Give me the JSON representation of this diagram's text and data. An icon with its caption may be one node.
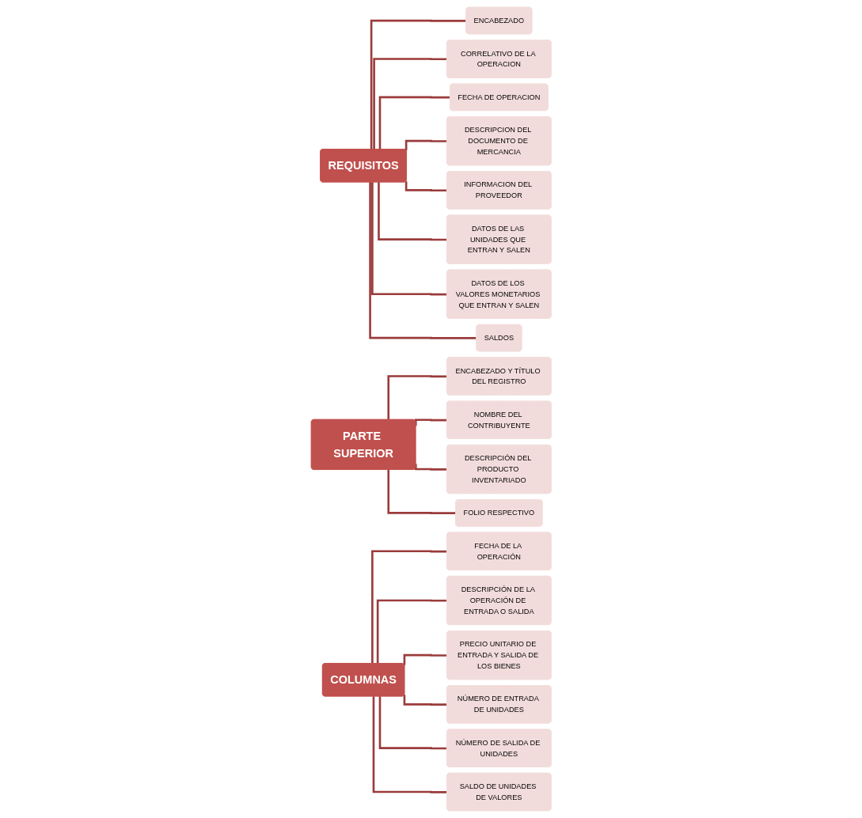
{
  "diagram": {
    "nodes": [
      {
        "text": [
          "REQUISITOS"
        ]
      },
      {
        "text": [
          "ENCABEZADO"
        ]
      },
      {
        "text": [
          "CORRELATIVO DE LA OPERACION"
        ]
      },
      {
        "text": [
          "FECHA DE OPERACION"
        ]
      },
      {
        "text": [
          "DESCRIPCION DEL DOCUMENTO DE MERCANCIA"
        ]
      },
      {
        "text": [
          "INFORMACION DEL PROVEEDOR"
        ]
      },
      {
        "text": [
          "DATOS DE LAS UNIDADES QUE ENTRAN Y SALEN"
        ]
      },
      {
        "text": [
          "DATOS DE LOS VALORES MONETARIOS QUE ENTRAN Y SALEN"
        ]
      },
      {
        "text": [
          "SALDOS"
        ]
      },
      {
        "text": [
          "PARTE SUPERIOR"
        ]
      },
      {
        "text": [
          "ENCABEZADO Y TÍTULO DEL REGISTRO"
        ]
      },
      {
        "text": [
          "NOMBRE DEL CONTRIBUYENTE"
        ]
      },
      {
        "text": [
          "DESCRIPCIÓN DEL PRODUCTO INVENTARIADO"
        ]
      },
      {
        "text": [
          "FOLIO RESPECTIVO"
        ]
      },
      {
        "text": [
          "COLUMNAS"
        ]
      },
      {
        "text": [
          "FECHA DE LA OPERACIÓN"
        ]
      },
      {
        "text": [
          "DESCRIPCIÓN DE LA OPERACIÓN DE ENTRADA O SALIDA"
        ]
      },
      {
        "text": [
          "PRECIO UNITARIO DE ENTRADA Y SALIDA DE LOS BIENES"
        ]
      },
      {
        "text": [
          "NÚMERO DE ENTRADA DE UNIDADES"
        ]
      },
      {
        "text": [
          "NÚMERO DE SALIDA DE UNIDADES"
        ]
      },
      {
        "text": [
          "SALDO DE UNIDADES DE VALORES"
        ]
      }
    ],
    "edges": [
      {
        "from": 0,
        "to": 1,
        "arrow": "none"
      },
      {
        "from": 0,
        "to": 2,
        "arrow": "none"
      },
      {
        "from": 0,
        "to": 3,
        "arrow": "none"
      },
      {
        "from": 0,
        "to": 4,
        "arrow": "none"
      },
      {
        "from": 0,
        "to": 5,
        "arrow": "none"
      },
      {
        "from": 0,
        "to": 6,
        "arrow": "none"
      },
      {
        "from": 0,
        "to": 7,
        "arrow": "none"
      },
      {
        "from": 0,
        "to": 8,
        "arrow": "none"
      },
      {
        "from": 9,
        "to": 10,
        "arrow": "none"
      },
      {
        "from": 9,
        "to": 11,
        "arrow": "none"
      },
      {
        "from": 9,
        "to": 12,
        "arrow": "none"
      },
      {
        "from": 9,
        "to": 13,
        "arrow": "none"
      },
      {
        "from": 14,
        "to": 15,
        "arrow": "none"
      },
      {
        "from": 14,
        "to": 16,
        "arrow": "none"
      },
      {
        "from": 14,
        "to": 17,
        "arrow": "none"
      },
      {
        "from": 14,
        "to": 18,
        "arrow": "none"
      },
      {
        "from": 14,
        "to": 19,
        "arrow": "none"
      },
      {
        "from": 14,
        "to": 20,
        "arrow": "none"
      }
    ]
  }
}
